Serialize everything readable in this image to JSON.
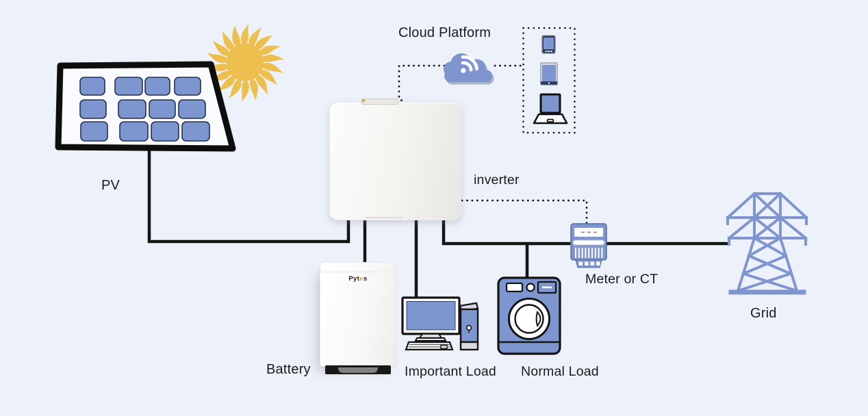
{
  "labels": {
    "cloud_platform": "Cloud Platform",
    "pv": "PV",
    "inverter": "inverter",
    "meter_or_ct": "Meter or CT",
    "grid": "Grid",
    "battery": "Battery",
    "important_load": "Important Load",
    "normal_load": "Normal Load"
  },
  "battery_logo": {
    "prefix": "Pyt",
    "accent": "e",
    "suffix": "s"
  },
  "colors": {
    "background": "#edf1f9",
    "device_blue": "#7e95cf",
    "panel_cell_blue": "#7e96d0",
    "sun_yellow": "#edbf4f",
    "wire_black": "#141414",
    "outline_black": "#141414",
    "logo_accent_orange": "#f0a13c",
    "tower_blue": "#7e95cf"
  },
  "icons": {
    "sun": "sun-icon",
    "solar_panel": "solar-panel-icon",
    "cloud": "cloud-wifi-icon",
    "wifi": "wifi-icon",
    "smartphone": "smartphone-icon",
    "tablet": "tablet-icon",
    "laptop": "laptop-icon",
    "inverter": "inverter-unit",
    "battery": "battery-unit",
    "computer": "desktop-computer-icon",
    "washing_machine": "washing-machine-icon",
    "meter": "energy-meter-icon",
    "grid_tower": "transmission-tower-icon"
  }
}
